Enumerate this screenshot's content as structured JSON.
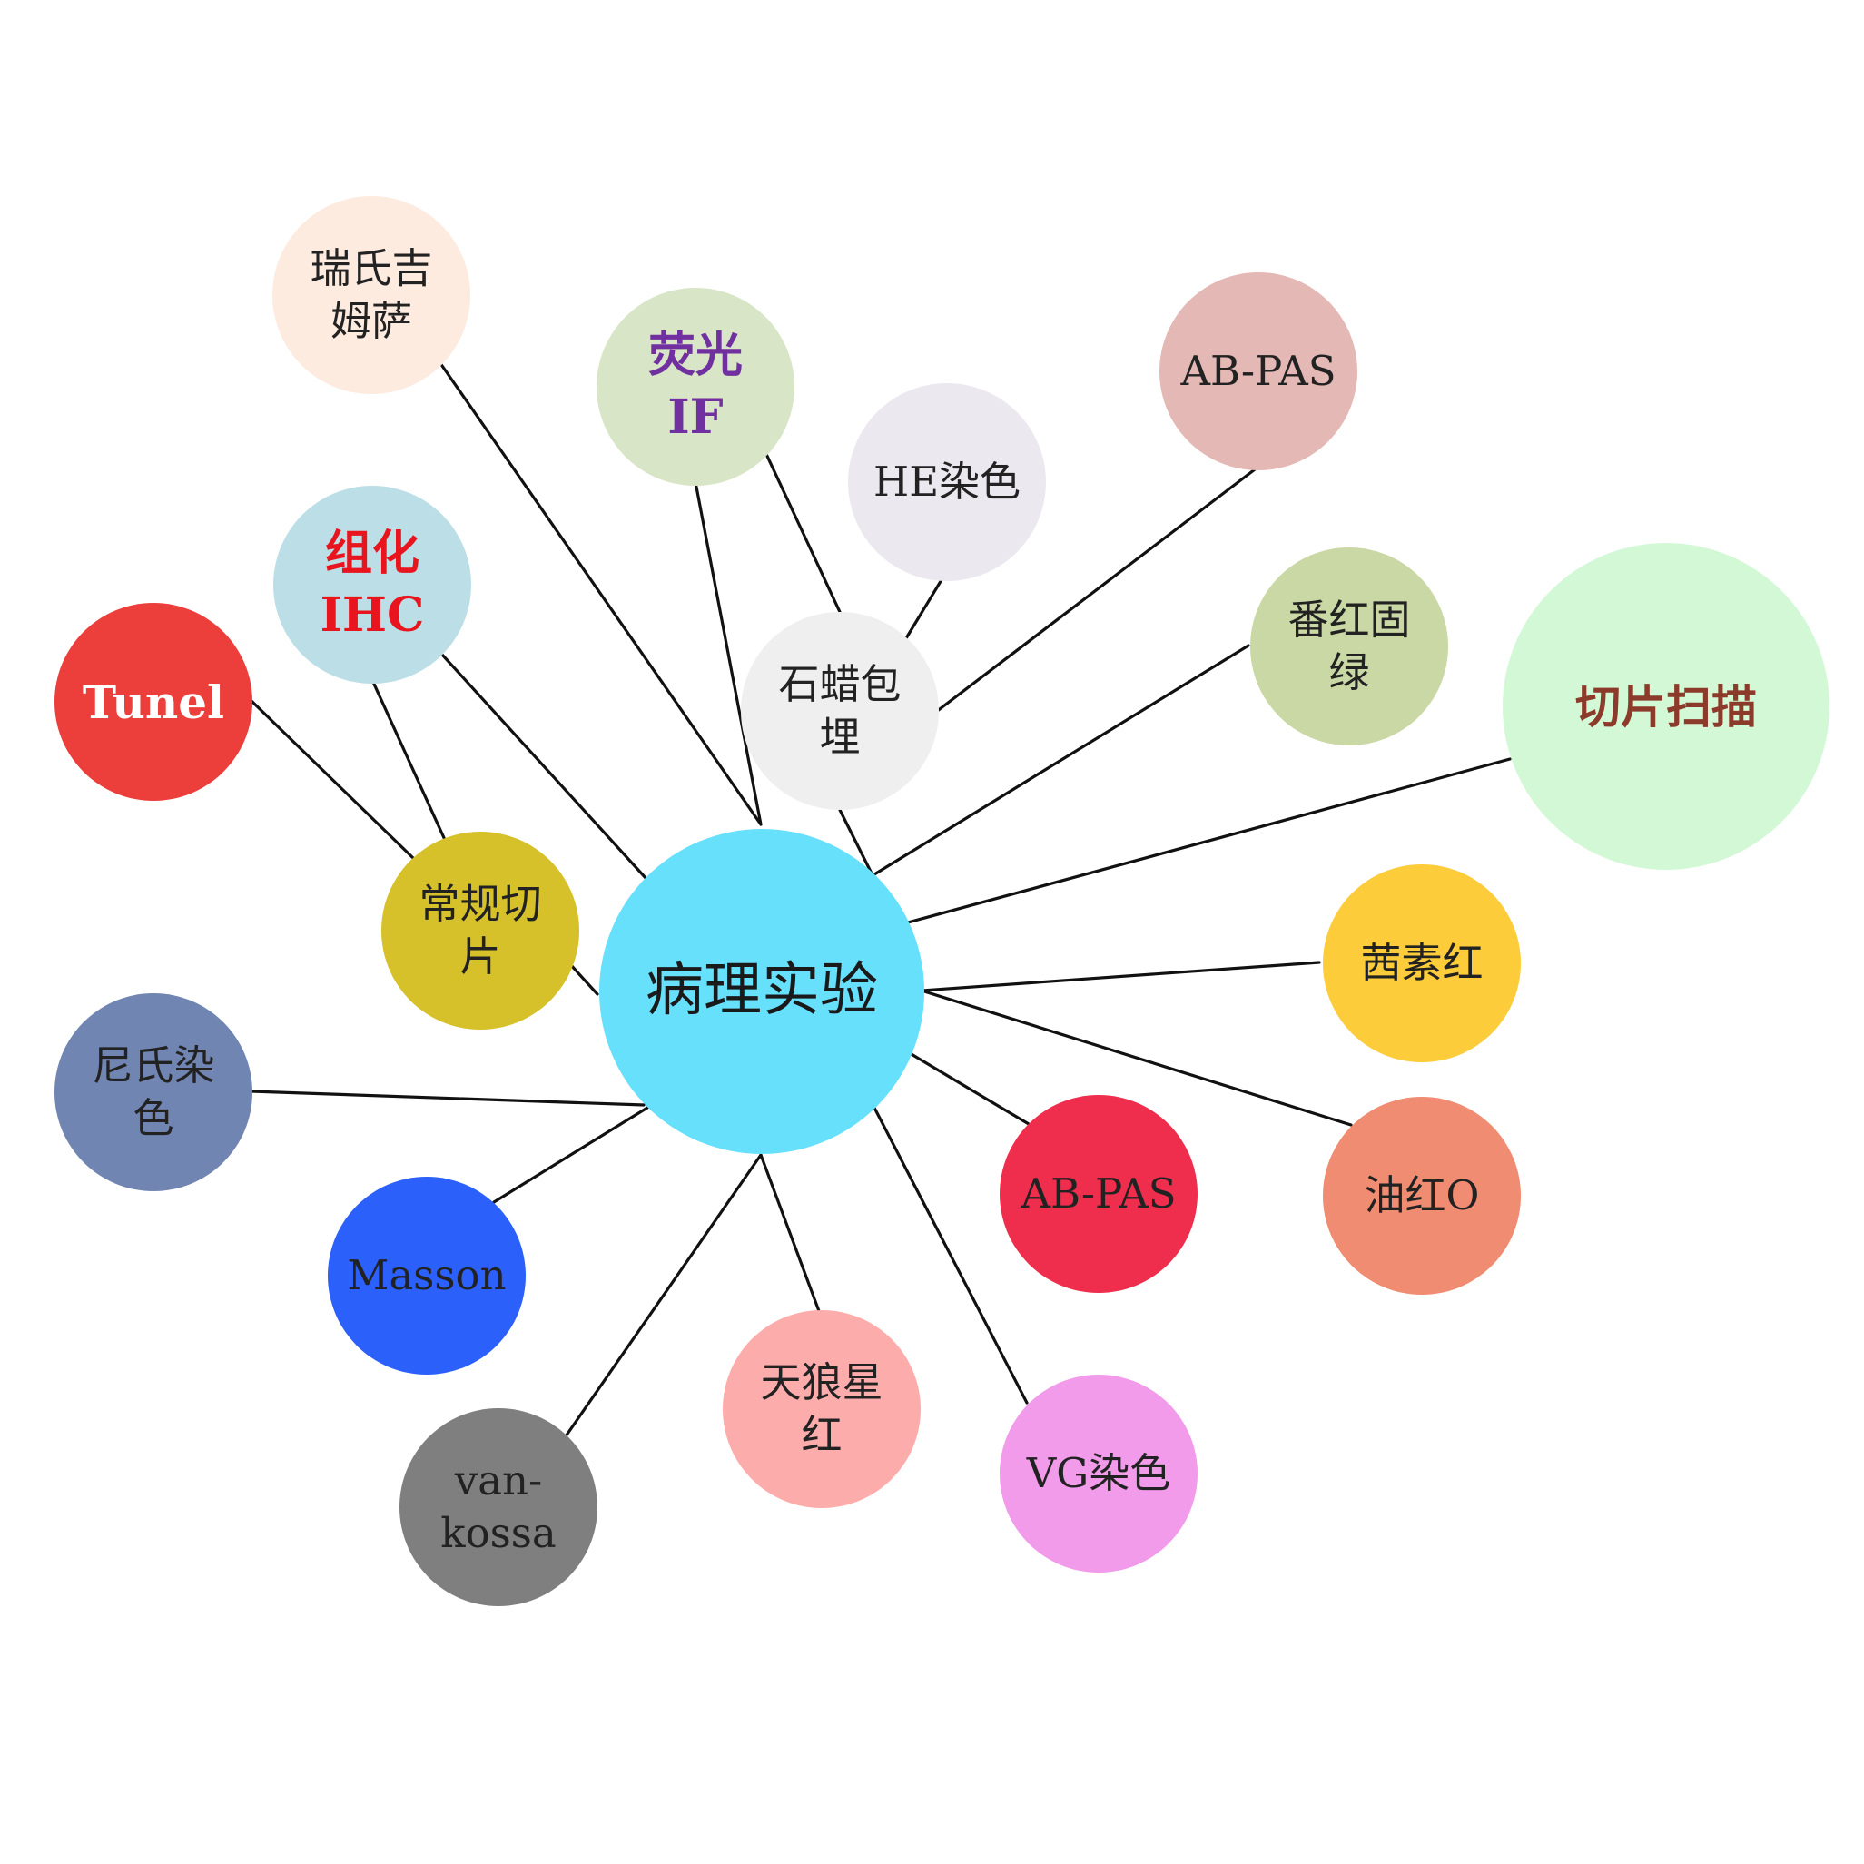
{
  "diagram": {
    "root": {
      "id": "root",
      "label": "病理实验",
      "color": "#67e0fc",
      "text_color": "#1a1a1a"
    },
    "nodes": [
      {
        "id": "paraffin",
        "label": "石蜡包\n埋",
        "color": "#efefef",
        "text_color": "#222222"
      },
      {
        "id": "routine",
        "label": "常规切\n片",
        "color": "#d6c12a",
        "text_color": "#222222"
      },
      {
        "id": "scan",
        "label": "切片扫描",
        "color": "#d3f8d6",
        "text_color": "#8c3a2a"
      },
      {
        "id": "wright",
        "label": "瑞氏吉\n姆萨",
        "color": "#fdebe0",
        "text_color": "#222222"
      },
      {
        "id": "if",
        "label": "荧光\nIF",
        "color": "#d8e5c6",
        "text_color": "#7030a0"
      },
      {
        "id": "he",
        "label": "HE染色",
        "color": "#ece8f0",
        "text_color": "#222222"
      },
      {
        "id": "abpas1",
        "label": "AB-PAS",
        "color": "#e4b8b4",
        "text_color": "#222222"
      },
      {
        "id": "safranin",
        "label": "番红固\n绿",
        "color": "#c9d8a4",
        "text_color": "#222222"
      },
      {
        "id": "ihc",
        "label": "组化\nIHC",
        "color": "#bcdfe7",
        "text_color": "#e8141e"
      },
      {
        "id": "tunel",
        "label": "Tunel",
        "color": "#ec3f3c",
        "text_color": "#ffffff"
      },
      {
        "id": "alizarin",
        "label": "茜素红",
        "color": "#fccc3a",
        "text_color": "#222222"
      },
      {
        "id": "oilred",
        "label": "油红O",
        "color": "#ef8c71",
        "text_color": "#222222"
      },
      {
        "id": "abpas2",
        "label": "AB-PAS",
        "color": "#ef2e4e",
        "text_color": "#222222"
      },
      {
        "id": "nissl",
        "label": "尼氏染\n色",
        "color": "#7185b2",
        "text_color": "#222222"
      },
      {
        "id": "masson",
        "label": "Masson",
        "color": "#2c60fb",
        "text_color": "#222222"
      },
      {
        "id": "vankossa",
        "label": "van-\nkossa",
        "color": "#7f7f7f",
        "text_color": "#222222"
      },
      {
        "id": "sirius",
        "label": "天狼星\n红",
        "color": "#fdacac",
        "text_color": "#222222"
      },
      {
        "id": "vg",
        "label": "VG染色",
        "color": "#f19bea",
        "text_color": "#222222"
      }
    ]
  }
}
